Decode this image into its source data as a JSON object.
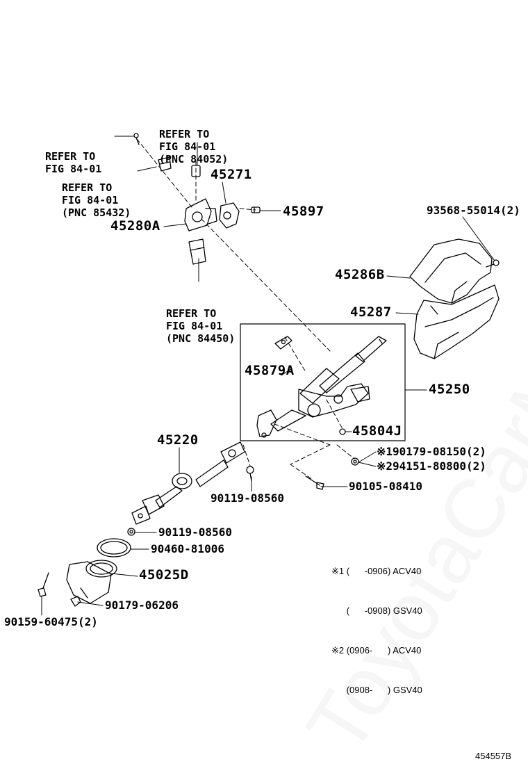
{
  "watermark": "ToyotaCarMine.ru",
  "figure_id": "454557B",
  "callouts": {
    "ref_84052": [
      "REFER TO",
      "FIG 84-01",
      "(PNC 84052)"
    ],
    "ref_left_top": [
      "REFER TO",
      "FIG 84-01"
    ],
    "ref_85432": [
      "REFER TO",
      "FIG 84-01",
      "(PNC 85432)"
    ],
    "ref_84450": [
      "REFER TO",
      "FIG 84-01",
      "(PNC 84450)"
    ],
    "p45271": "45271",
    "p45897": "45897",
    "p45280A": "45280A",
    "p93568": "93568-55014(2)",
    "p45286B": "45286B",
    "p45287": "45287",
    "p45879A": "45879A",
    "p45250": "45250",
    "p45804J": "45804J",
    "p90179_08150": "※190179-08150(2)",
    "p94151": "※294151-80800(2)",
    "p90105": "90105-08410",
    "p45220": "45220",
    "p90119_a": "90119-08560",
    "p90119_b": "90119-08560",
    "p90460": "90460-81006",
    "p45025D": "45025D",
    "p90179_06206": "90179-06206",
    "p90159": "90159-60475(2)"
  },
  "notes": [
    "※1 (      -0906) ACV40",
    "      (      -0908) GSV40",
    "※2 (0906-      ) ACV40",
    "      (0908-      ) GSV40"
  ]
}
